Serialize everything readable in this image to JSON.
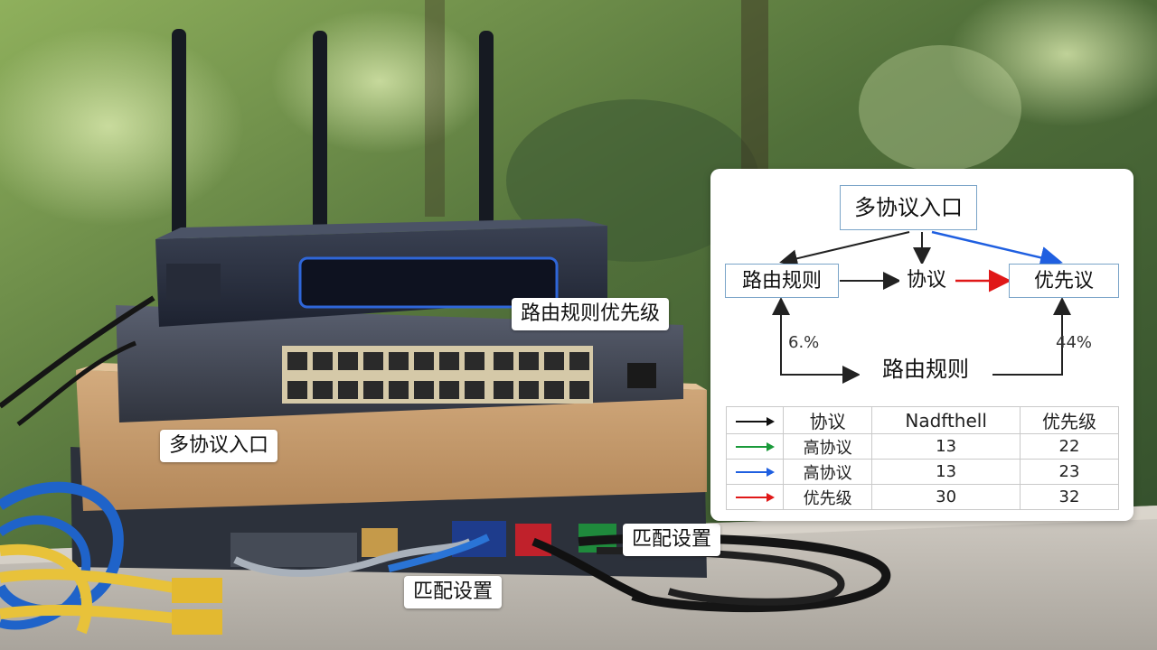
{
  "labels": {
    "route_priority": "路由规则优先级",
    "multi_entry": "多协议入口",
    "match_settings_right": "匹配设置",
    "match_settings_bottom": "匹配设置"
  },
  "diagram": {
    "entry": "多协议入口",
    "rule": "路由规则",
    "protocol": "协议",
    "priority": "优先议",
    "bottom_rule": "路由规则",
    "left_percent": "6.%",
    "right_percent": "44%"
  },
  "table": {
    "headers": [
      "协议",
      "Nadfthell",
      "优先级"
    ],
    "rows": [
      {
        "arrow_color": "#1a9a3a",
        "label": "高协议",
        "col2": "13",
        "col3": "22"
      },
      {
        "arrow_color": "#1f5fe0",
        "label": "高协议",
        "col2": "13",
        "col3": "23"
      },
      {
        "arrow_color": "#e01818",
        "label": "优先级",
        "col2": "30",
        "col3": "32"
      }
    ],
    "header_arrow_color": "#111111"
  },
  "colors": {
    "arrow_black": "#222222",
    "arrow_blue": "#1f5fe0",
    "arrow_red": "#e01818"
  }
}
